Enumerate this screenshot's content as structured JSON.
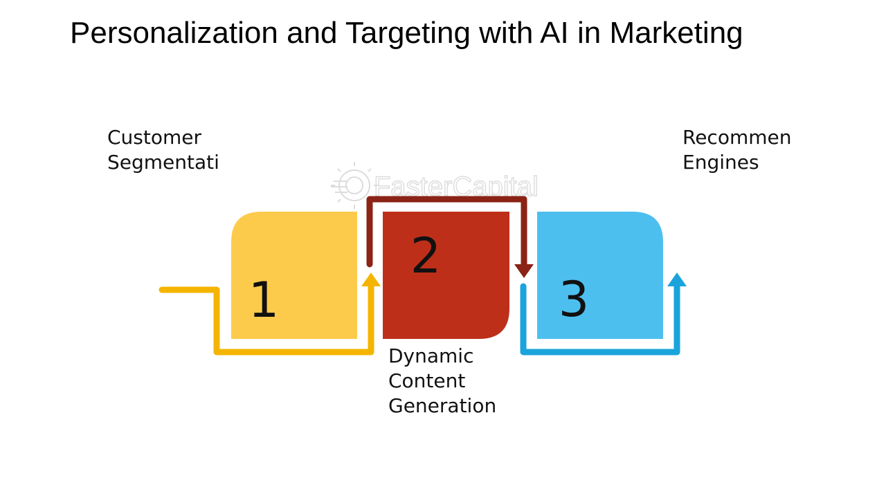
{
  "slide": {
    "title": "Personalization and Targeting with AI in Marketing"
  },
  "steps": [
    {
      "number": "1",
      "label_lines": [
        "Customer",
        "Segmentati"
      ],
      "color": "#FDCB4C",
      "arrow_color": "#F4B400"
    },
    {
      "number": "2",
      "label_lines": [
        "Dynamic",
        "Content",
        "Generation"
      ],
      "color": "#BE2F1A",
      "arrow_color": "#8B2316"
    },
    {
      "number": "3",
      "label_lines": [
        "Recommen",
        "Engines"
      ],
      "color": "#4DBFEF",
      "arrow_color": "#1BA3DC"
    }
  ],
  "watermark": {
    "text": "FasterCapital",
    "icon": "gear-icon"
  }
}
